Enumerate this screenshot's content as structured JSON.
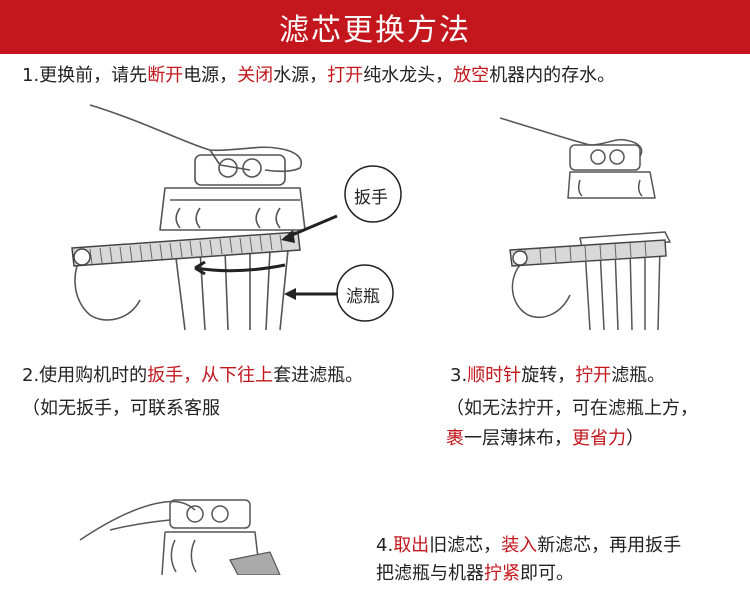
{
  "banner": {
    "title": "滤芯更换方法"
  },
  "step1": {
    "parts": [
      "1.更换前，请先",
      "断开",
      "电源，",
      "关闭",
      "水源，",
      "打开",
      "纯水龙头，",
      "放空",
      "机器内的存水。"
    ]
  },
  "labels": {
    "wrench": "扳手",
    "bottle": "滤瓶"
  },
  "step2": {
    "parts": [
      "2.使用购机时的",
      "扳手，从下往上",
      "套进滤瓶。"
    ],
    "note": "（如无扳手，可联系客服"
  },
  "step3": {
    "parts": [
      "3.",
      "顺时针",
      "旋转，",
      "拧开",
      "滤瓶。"
    ],
    "note1": "（如无法拧开，可在滤瓶上方，",
    "note2_parts": [
      "裹",
      "一层薄抹布，",
      "更省力",
      "）"
    ]
  },
  "step4": {
    "parts": [
      "4.",
      "取出",
      "旧滤芯，",
      "装入",
      "新滤芯，再用扳手"
    ],
    "line2_parts": [
      "把滤瓶与机器",
      "拧紧",
      "即可。"
    ]
  }
}
